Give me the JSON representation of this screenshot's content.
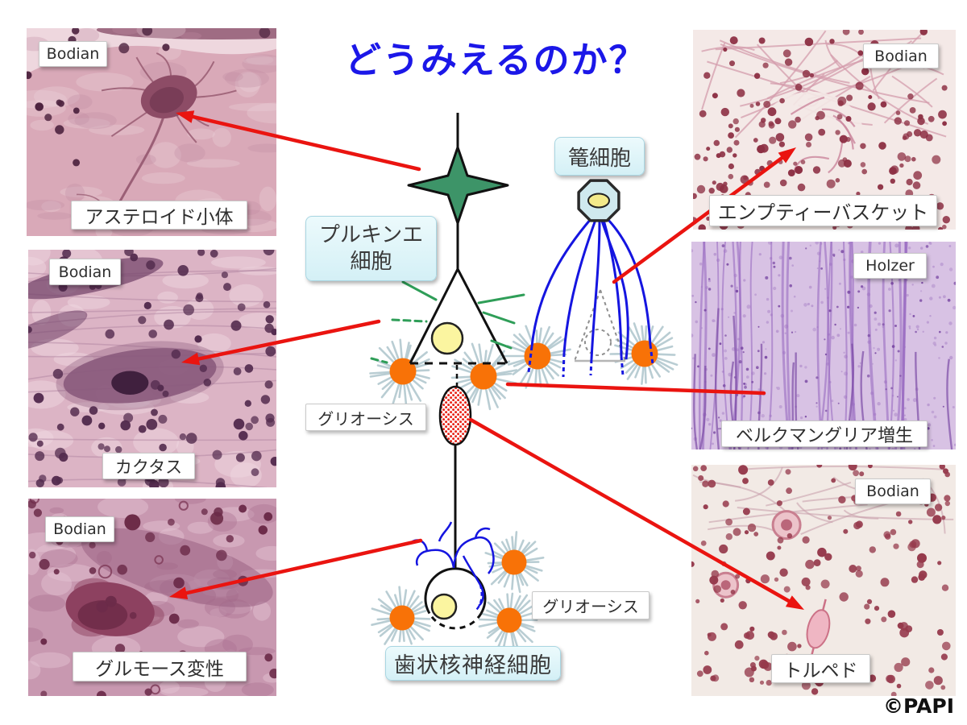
{
  "title": {
    "text": "どうみえるのか？",
    "color": "#1b17e8"
  },
  "copyright": "©PAPI",
  "palette": {
    "arrow_red": "#ea1410",
    "dendrite_green": "#2f9e58",
    "star_green": "#3d9468",
    "basket_blue": "#1515e0",
    "gliosis_orange": "#f87207",
    "spike_gray": "#b6cbd1",
    "nucleus_yellow": "#fbf5a0",
    "basket_soma_fill": "#cfe9ee",
    "torpedo_dot_red": "#e8251a"
  },
  "diagram_labels": {
    "purkinje_line1": "プルキンエ",
    "purkinje_line2": "細胞",
    "basket_cell": "篭細胞",
    "dentate": "歯状核神経細胞",
    "gliosis_left": "グリオーシス",
    "gliosis_right": "グリオーシス"
  },
  "micrographs": [
    {
      "position": "top-left",
      "stain": "Bodian",
      "caption": "アステロイド小体",
      "art": {
        "kind": "asteroid",
        "base": "#d9a9b8",
        "light": "#eed7de",
        "dark": "#8d4c66",
        "core": "#743a54",
        "dot": "#4e2440",
        "branch": "#9b5f76"
      }
    },
    {
      "position": "middle-left",
      "stain": "Bodian",
      "caption": "カクタス",
      "art": {
        "kind": "cactus",
        "base": "#dcb4c5",
        "light": "#efdae3",
        "mass": "#8a5a7c",
        "core": "#40203e",
        "dot": "#532b4e",
        "fiber": "#b488a4"
      }
    },
    {
      "position": "bottom-left",
      "stain": "Bodian",
      "caption": "グルモース変性",
      "art": {
        "kind": "grumose",
        "base": "#c898b0",
        "light": "#e5c6d4",
        "mass": "#8d4160",
        "core": "#6d2c48",
        "dot": "#6b2b49",
        "band": "#9a6384"
      }
    },
    {
      "position": "top-right",
      "stain": "Bodian",
      "caption": "エンプティーバスケット",
      "art": {
        "kind": "emptybasket",
        "base": "#f4e9e7",
        "dot": "#8d3044",
        "fiber": "#d49cac",
        "basket": "#cd8ba0"
      }
    },
    {
      "position": "middle-right",
      "stain": "Holzer",
      "caption": "ベルクマングリア増生",
      "art": {
        "kind": "holzer",
        "base": "#d8c2e4",
        "noise": "#bb9bd2",
        "streak": "#9a6bc2",
        "streak2": "#7d4da6"
      }
    },
    {
      "position": "bottom-right",
      "stain": "Bodian",
      "caption": "トルペド",
      "art": {
        "kind": "torpedo",
        "base": "#f2eae5",
        "dot": "#963a4c",
        "fiber": "#c9a2ae",
        "spindle": "#efb6c3",
        "spindle_edge": "#cc7287",
        "ring": "#ecc3ca",
        "ring_edge": "#c97f90",
        "ring_core": "#b2566c"
      }
    }
  ]
}
